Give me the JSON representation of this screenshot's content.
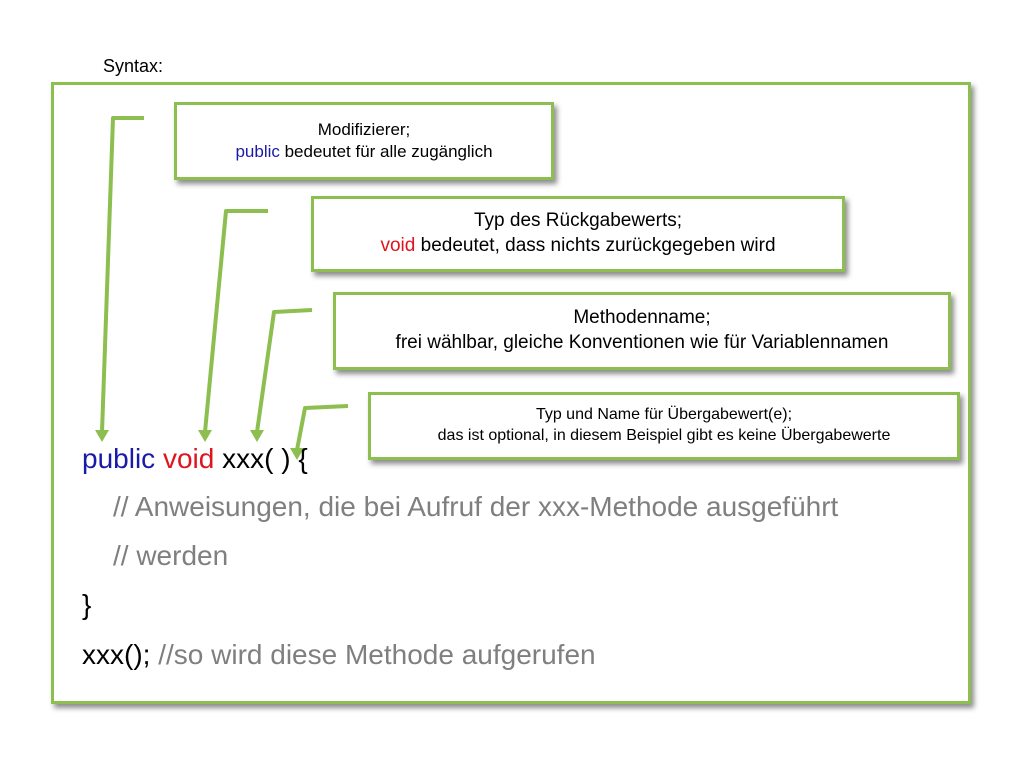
{
  "heading": "Syntax:",
  "colors": {
    "frame_green": "#8cbe50",
    "keyword_blue": "#1a1aa8",
    "keyword_red": "#e0141e",
    "comment_gray": "#7f7f7f"
  },
  "callouts": {
    "modifier": {
      "title": "Modifizierer;",
      "keyword": "public",
      "rest": " bedeutet für alle zugänglich"
    },
    "return_type": {
      "title": "Typ des Rückgabewerts;",
      "keyword": "void",
      "rest": " bedeutet, dass nichts zurückgegeben wird"
    },
    "method_name": {
      "title": "Methodenname;",
      "text": "frei wählbar, gleiche Konventionen wie für Variablennamen"
    },
    "parameters": {
      "title": "Typ und Name für Übergabewert(e);",
      "text": "das ist optional, in diesem Beispiel gibt es keine Übergabewerte"
    }
  },
  "code": {
    "line1": {
      "public": "public",
      "void": "void",
      "rest": " xxx( ) {"
    },
    "line2": "// Anweisungen, die bei Aufruf der xxx-Methode ausgeführt",
    "line3": "// werden",
    "line4": "}",
    "line5": {
      "call": "xxx(); ",
      "comment": "//so wird diese Methode aufgerufen"
    }
  }
}
